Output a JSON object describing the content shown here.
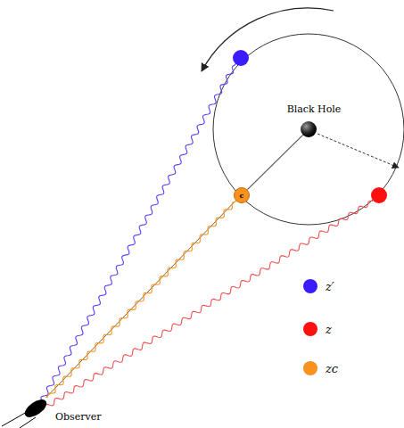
{
  "diagram": {
    "nodes": [
      {
        "text": [
          "Black Hole"
        ]
      },
      {
        "text": [
          "c"
        ]
      },
      {
        "text": [
          "Observer"
        ]
      }
    ],
    "edges": [
      {
        "from": 0,
        "to": 1,
        "arrow": "none"
      },
      {
        "from": 1,
        "to": 2,
        "arrow": "none"
      }
    ],
    "legend": [
      {
        "text": "z′",
        "color": "#3b1cff"
      },
      {
        "text": "z",
        "color": "#ff1010"
      },
      {
        "text": "zc",
        "color": "#f7921e"
      }
    ]
  }
}
